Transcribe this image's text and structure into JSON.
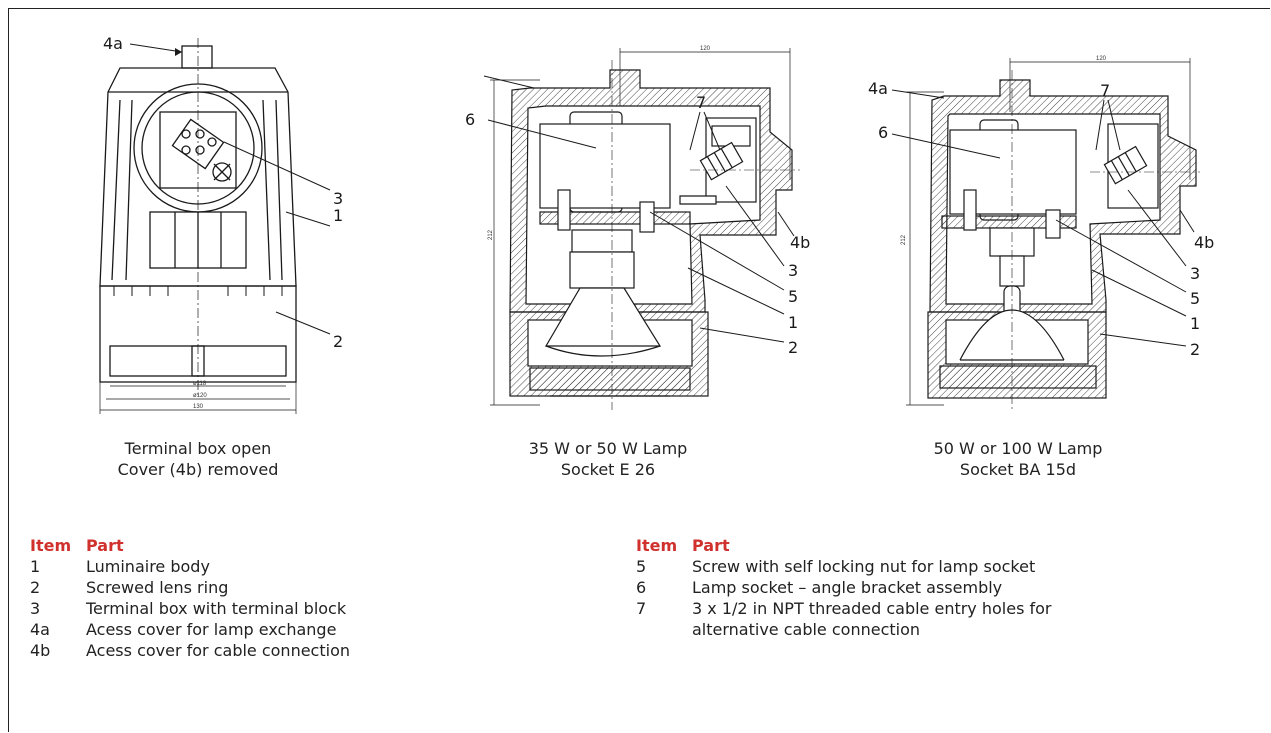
{
  "callouts": {
    "d1": [
      "4a",
      "3",
      "1",
      "2"
    ],
    "d2": [
      "6",
      "7",
      "4b",
      "3",
      "5",
      "1",
      "2"
    ],
    "d3": [
      "4a",
      "6",
      "7",
      "4b",
      "3",
      "5",
      "1",
      "2"
    ]
  },
  "dimensions": {
    "d1": [
      "ø118",
      "ø120",
      "130"
    ],
    "d2": [
      "120",
      "212"
    ],
    "d3": [
      "120",
      "212"
    ]
  },
  "captions": [
    {
      "line1": "Terminal box open",
      "line2": "Cover (4b) removed"
    },
    {
      "line1": "35 W or 50 W Lamp",
      "line2": "Socket E 26"
    },
    {
      "line1": "50 W or 100 W Lamp",
      "line2": "Socket BA 15d"
    }
  ],
  "legend_left": {
    "header_item": "Item",
    "header_part": "Part",
    "rows": [
      {
        "item": "1",
        "part": "Luminaire body"
      },
      {
        "item": "2",
        "part": "Screwed lens ring"
      },
      {
        "item": "3",
        "part": "Terminal box with terminal block"
      },
      {
        "item": "4a",
        "part": "Acess cover for lamp exchange"
      },
      {
        "item": "4b",
        "part": "Acess cover for cable connection"
      }
    ]
  },
  "legend_right": {
    "header_item": "Item",
    "header_part": "Part",
    "rows": [
      {
        "item": "5",
        "part": "Screw with self locking nut for lamp socket"
      },
      {
        "item": "6",
        "part": "Lamp socket – angle bracket assembly"
      },
      {
        "item": "7",
        "part": "3 x 1/2 in NPT threaded cable entry holes for"
      },
      {
        "item": "",
        "part": "alternative cable connection"
      }
    ]
  },
  "colors": {
    "header": "#d0312d",
    "line": "#1a1a1a"
  }
}
